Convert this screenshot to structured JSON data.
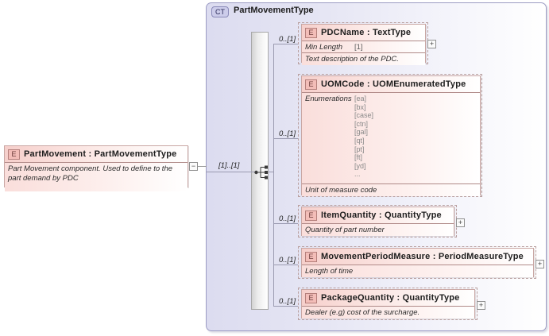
{
  "diagram": {
    "type": "xsd-schema-diagram",
    "root_element": {
      "badge": "E",
      "title": "PartMovement : PartMovementType",
      "name": "PartMovement",
      "data_type": "PartMovementType",
      "annotation": "Part Movement component. Used to define to the part demand by PDC",
      "expander": "−"
    },
    "complex_type": {
      "badge": "CT",
      "title": "PartMovementType",
      "model_group": "sequence",
      "occurrence": "[1]..[1]"
    },
    "children": [
      {
        "badge": "E",
        "title": "PDCName : TextType",
        "name": "PDCName",
        "data_type": "TextType",
        "occurrence": "0..[1]",
        "facet_label": "Min Length",
        "facet_value": "[1]",
        "annotation": "Text description of the PDC.",
        "expander": "+"
      },
      {
        "badge": "E",
        "title": "UOMCode : UOMEnumeratedType",
        "name": "UOMCode",
        "data_type": "UOMEnumeratedType",
        "occurrence": "0..[1]",
        "facet_label": "Enumerations",
        "enumerations": [
          "[ea]",
          "[bx]",
          "[case]",
          "[ctn]",
          "[gal]",
          "[qt]",
          "[pt]",
          "[ft]",
          "[yd]",
          "..."
        ],
        "annotation": "Unit of measure code",
        "expander": ""
      },
      {
        "badge": "E",
        "title": "ItemQuantity : QuantityType",
        "name": "ItemQuantity",
        "data_type": "QuantityType",
        "occurrence": "0..[1]",
        "annotation": "Quantity of part number",
        "expander": "+"
      },
      {
        "badge": "E",
        "title": "MovementPeriodMeasure : PeriodMeasureType",
        "name": "MovementPeriodMeasure",
        "data_type": "PeriodMeasureType",
        "occurrence": "0..[1]",
        "annotation": "Length of time",
        "expander": "+"
      },
      {
        "badge": "E",
        "title": "PackageQuantity : QuantityType",
        "name": "PackageQuantity",
        "data_type": "QuantityType",
        "occurrence": "0..[1]",
        "annotation": "Dealer (e.g) cost of the surcharge.",
        "expander": "+"
      }
    ],
    "colors": {
      "element_fill": "#f9ddda",
      "element_border": "#c9a7a4",
      "complextype_fill": "#e3e3f2",
      "complextype_border": "#9c9cc4",
      "connector": "#9a9ab0",
      "badge_fill": "#f3bdb8",
      "ct_badge_fill": "#ccccea"
    }
  }
}
